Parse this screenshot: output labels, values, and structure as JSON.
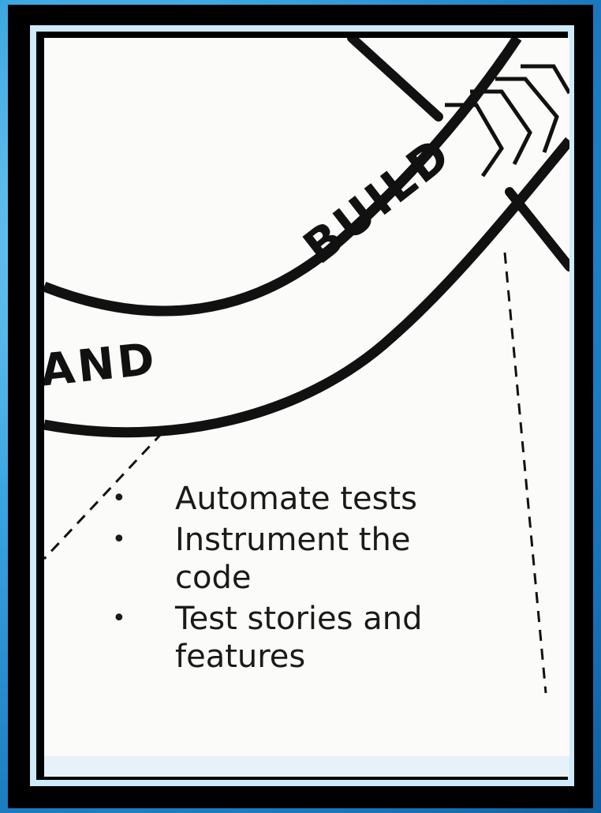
{
  "road": {
    "label_build": "BUILD",
    "label_and": "AND"
  },
  "tasks": [
    "Automate tests",
    "Instrument the code",
    "Test stories and features"
  ],
  "colors": {
    "background": "#2a8fd0",
    "frame": "#000000",
    "paper": "#fbfbf9",
    "ink": "#111111"
  }
}
